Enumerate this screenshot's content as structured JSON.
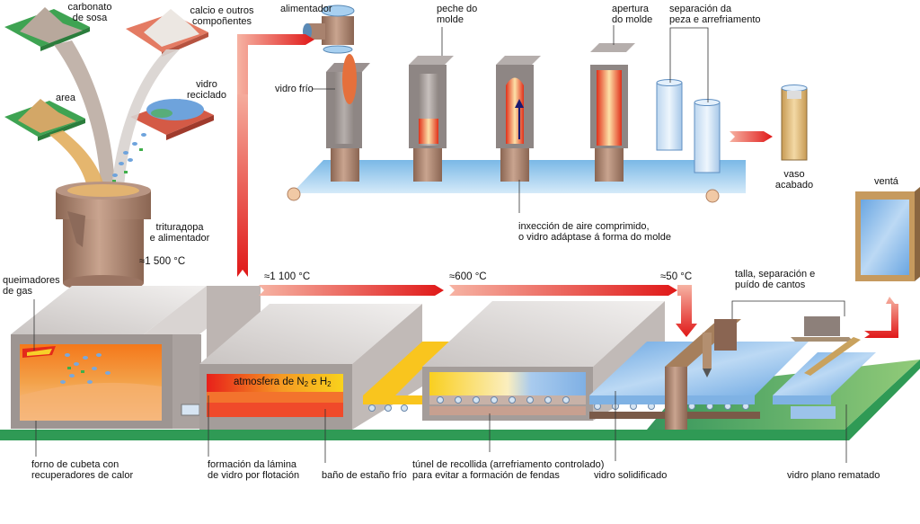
{
  "diagram": {
    "title": "",
    "raw_materials": [
      {
        "id": "soda",
        "label": "carbonato\nde sosa",
        "pile_color": "#b9a79a",
        "base_color": "#4caf50"
      },
      {
        "id": "calcium",
        "label": "calcio e outros\ncompoñentes",
        "pile_color": "#e8e2dc",
        "base_color": "#e0705a"
      },
      {
        "id": "sand",
        "label": "area",
        "pile_color": "#d2a564",
        "base_color": "#4caf50"
      },
      {
        "id": "recycled",
        "label": "vidro\nreciclado",
        "pile_color": "#6fa0d8",
        "base_color": "#c9503e"
      }
    ],
    "stages": {
      "crusher": "triturадора\ne alimentador",
      "burners": "queimadores\nde gas",
      "furnace": "forno de cubeta con\nrecuperadores de calor",
      "float_formation": "formación da lámina\nde vidro por flotación",
      "atmosphere": "atmosfera de N₂ e H₂",
      "tin_bath": "baño de estaño frío",
      "annealing_tunnel": "túnel de recollida (arrefriamento controlado)\npara evitar a formación de fendas",
      "solidified": "vidro solidificado",
      "cutting": "talla, separación e\npuído de cantos",
      "finished_flat": "vidro plano rematado",
      "window": "ventá"
    },
    "temperatures": {
      "furnace": "≈1 500 °C",
      "float": "≈1 100 °C",
      "tunnel": "≈600 °C",
      "exit": "≈50 °C"
    },
    "molding": {
      "feeder": "alimentador",
      "cold_glass": "vidro frío",
      "mold_closing": "peche do\nmolde",
      "mold_opening": "apertura\ndo molde",
      "separation": "separación da\npeza e arrefriamento",
      "injection": "inxección de aire comprimido,\no vidro adáptase á forma do molde",
      "finished_glass": "vaso\nacabado"
    },
    "colors": {
      "arrow_red": "#e8302a",
      "arrow_light": "#f4a090",
      "metal_gray": "#a39a96",
      "molten_orange": "#f08a30",
      "glass_blue": "#8fc3ec",
      "ground_green": "#3fa65a",
      "copper": "#a8826e"
    }
  }
}
